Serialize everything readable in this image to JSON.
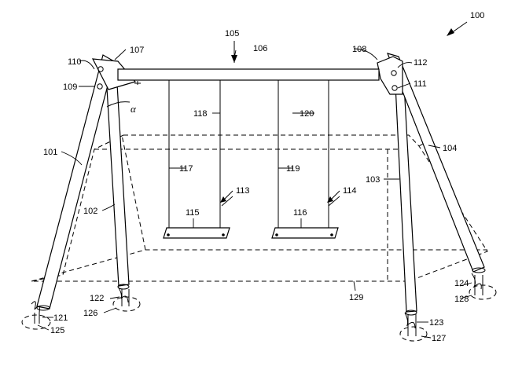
{
  "figure_ref": "100",
  "angle_symbol": "α",
  "labels": {
    "l101": "101",
    "l102": "102",
    "l103": "103",
    "l104": "104",
    "l105": "105",
    "l106": "106",
    "l107": "107",
    "l108": "108",
    "l109": "109",
    "l110": "110",
    "l111": "111",
    "l112": "112",
    "l113": "113",
    "l114": "114",
    "l115": "115",
    "l116": "116",
    "l117": "117",
    "l118": "118",
    "l119": "119",
    "l120": "120",
    "l121": "121",
    "l122": "122",
    "l123": "123",
    "l124": "124",
    "l125": "125",
    "l126": "126",
    "l127": "127",
    "l128": "128",
    "l129": "129"
  }
}
